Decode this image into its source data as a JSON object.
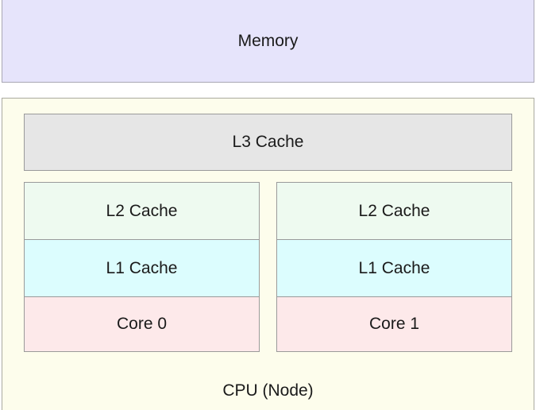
{
  "memory": {
    "label": "Memory"
  },
  "cpu": {
    "label": "CPU (Node)",
    "l3": "L3 Cache",
    "cores": [
      {
        "l2": "L2 Cache",
        "l1": "L1 Cache",
        "core": "Core 0"
      },
      {
        "l2": "L2 Cache",
        "l1": "L1 Cache",
        "core": "Core 1"
      }
    ]
  },
  "colors": {
    "memory": "#e6e4fb",
    "cpu": "#fdfdec",
    "l3": "#e6e6e6",
    "l2": "#eefaf0",
    "l1": "#dcfdfe",
    "core": "#fde9ea"
  }
}
